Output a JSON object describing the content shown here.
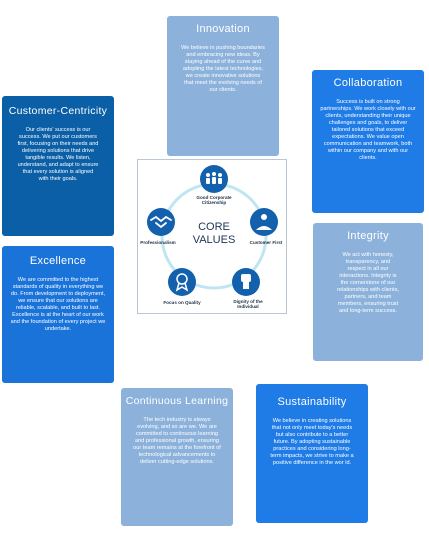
{
  "cards": {
    "innovation": {
      "title": "Innovation",
      "text": "We believe in pushing boundaries and embracing new ideas. By staying ahead of the curve and adopting the latest technologies, we create innovative solutions that meet the evolving needs of our clients."
    },
    "collaboration": {
      "title": "Collaboration",
      "text": "Success is built on strong partnerships. We work closely with our clients, understanding their unique challenges and goals, to deliver tailored solutions that exceed expectations. We value open communication and teamwork, both within our company and with our clients."
    },
    "customer_centricity": {
      "title": "Customer-Centricity",
      "text": "Our clients' success is our success. We put our customers first, focusing on their needs and delivering solutions that drive tangible results. We listen, understand, and adapt to ensure that every solution is aligned with their goals."
    },
    "integrity": {
      "title": "Integrity",
      "text": "We act with honesty, transparency, and respect in all our interactions. Integrity is the cornerstone of our relationships with clients, partners, and team members, ensuring trust and long-term success."
    },
    "excellence": {
      "title": "Excellence",
      "text": "We are committed to the highest standards of quality in everything we do. From development to deployment, we ensure that our solutions are reliable, scalable, and built to last. Excellence is at the heart of our work and the foundation of every project we undertake."
    },
    "continuous_learning": {
      "title": "Continuous Learning",
      "text": "The tech industry is always evolving, and so are we. We are committed to continuous learning and professional growth, ensuring our team remains at the forefront of technological advancements to deliver cutting-edge solutions."
    },
    "sustainability": {
      "title": "Sustainability",
      "text": "We believe in creating solutions that not only meet today's needs but also contribute to a better future. By adopting sustainable practices and considering long-term impacts, we strive to make a positive difference in the wor ld."
    }
  },
  "core": {
    "title_line1": "CORE",
    "title_line2": "VALUES",
    "nodes": {
      "citizenship_line1": "Good Corporate",
      "citizenship_line2": "Citizenship",
      "customer_first": "Customer First",
      "dignity_line1": "Dignity of the",
      "dignity_line2": "Individual",
      "quality": "Focus on Quality",
      "professionalism": "Professionalism"
    },
    "colors": {
      "node": "#1360ad",
      "ring": "#bfe5f3",
      "title": "#1d3557"
    }
  }
}
